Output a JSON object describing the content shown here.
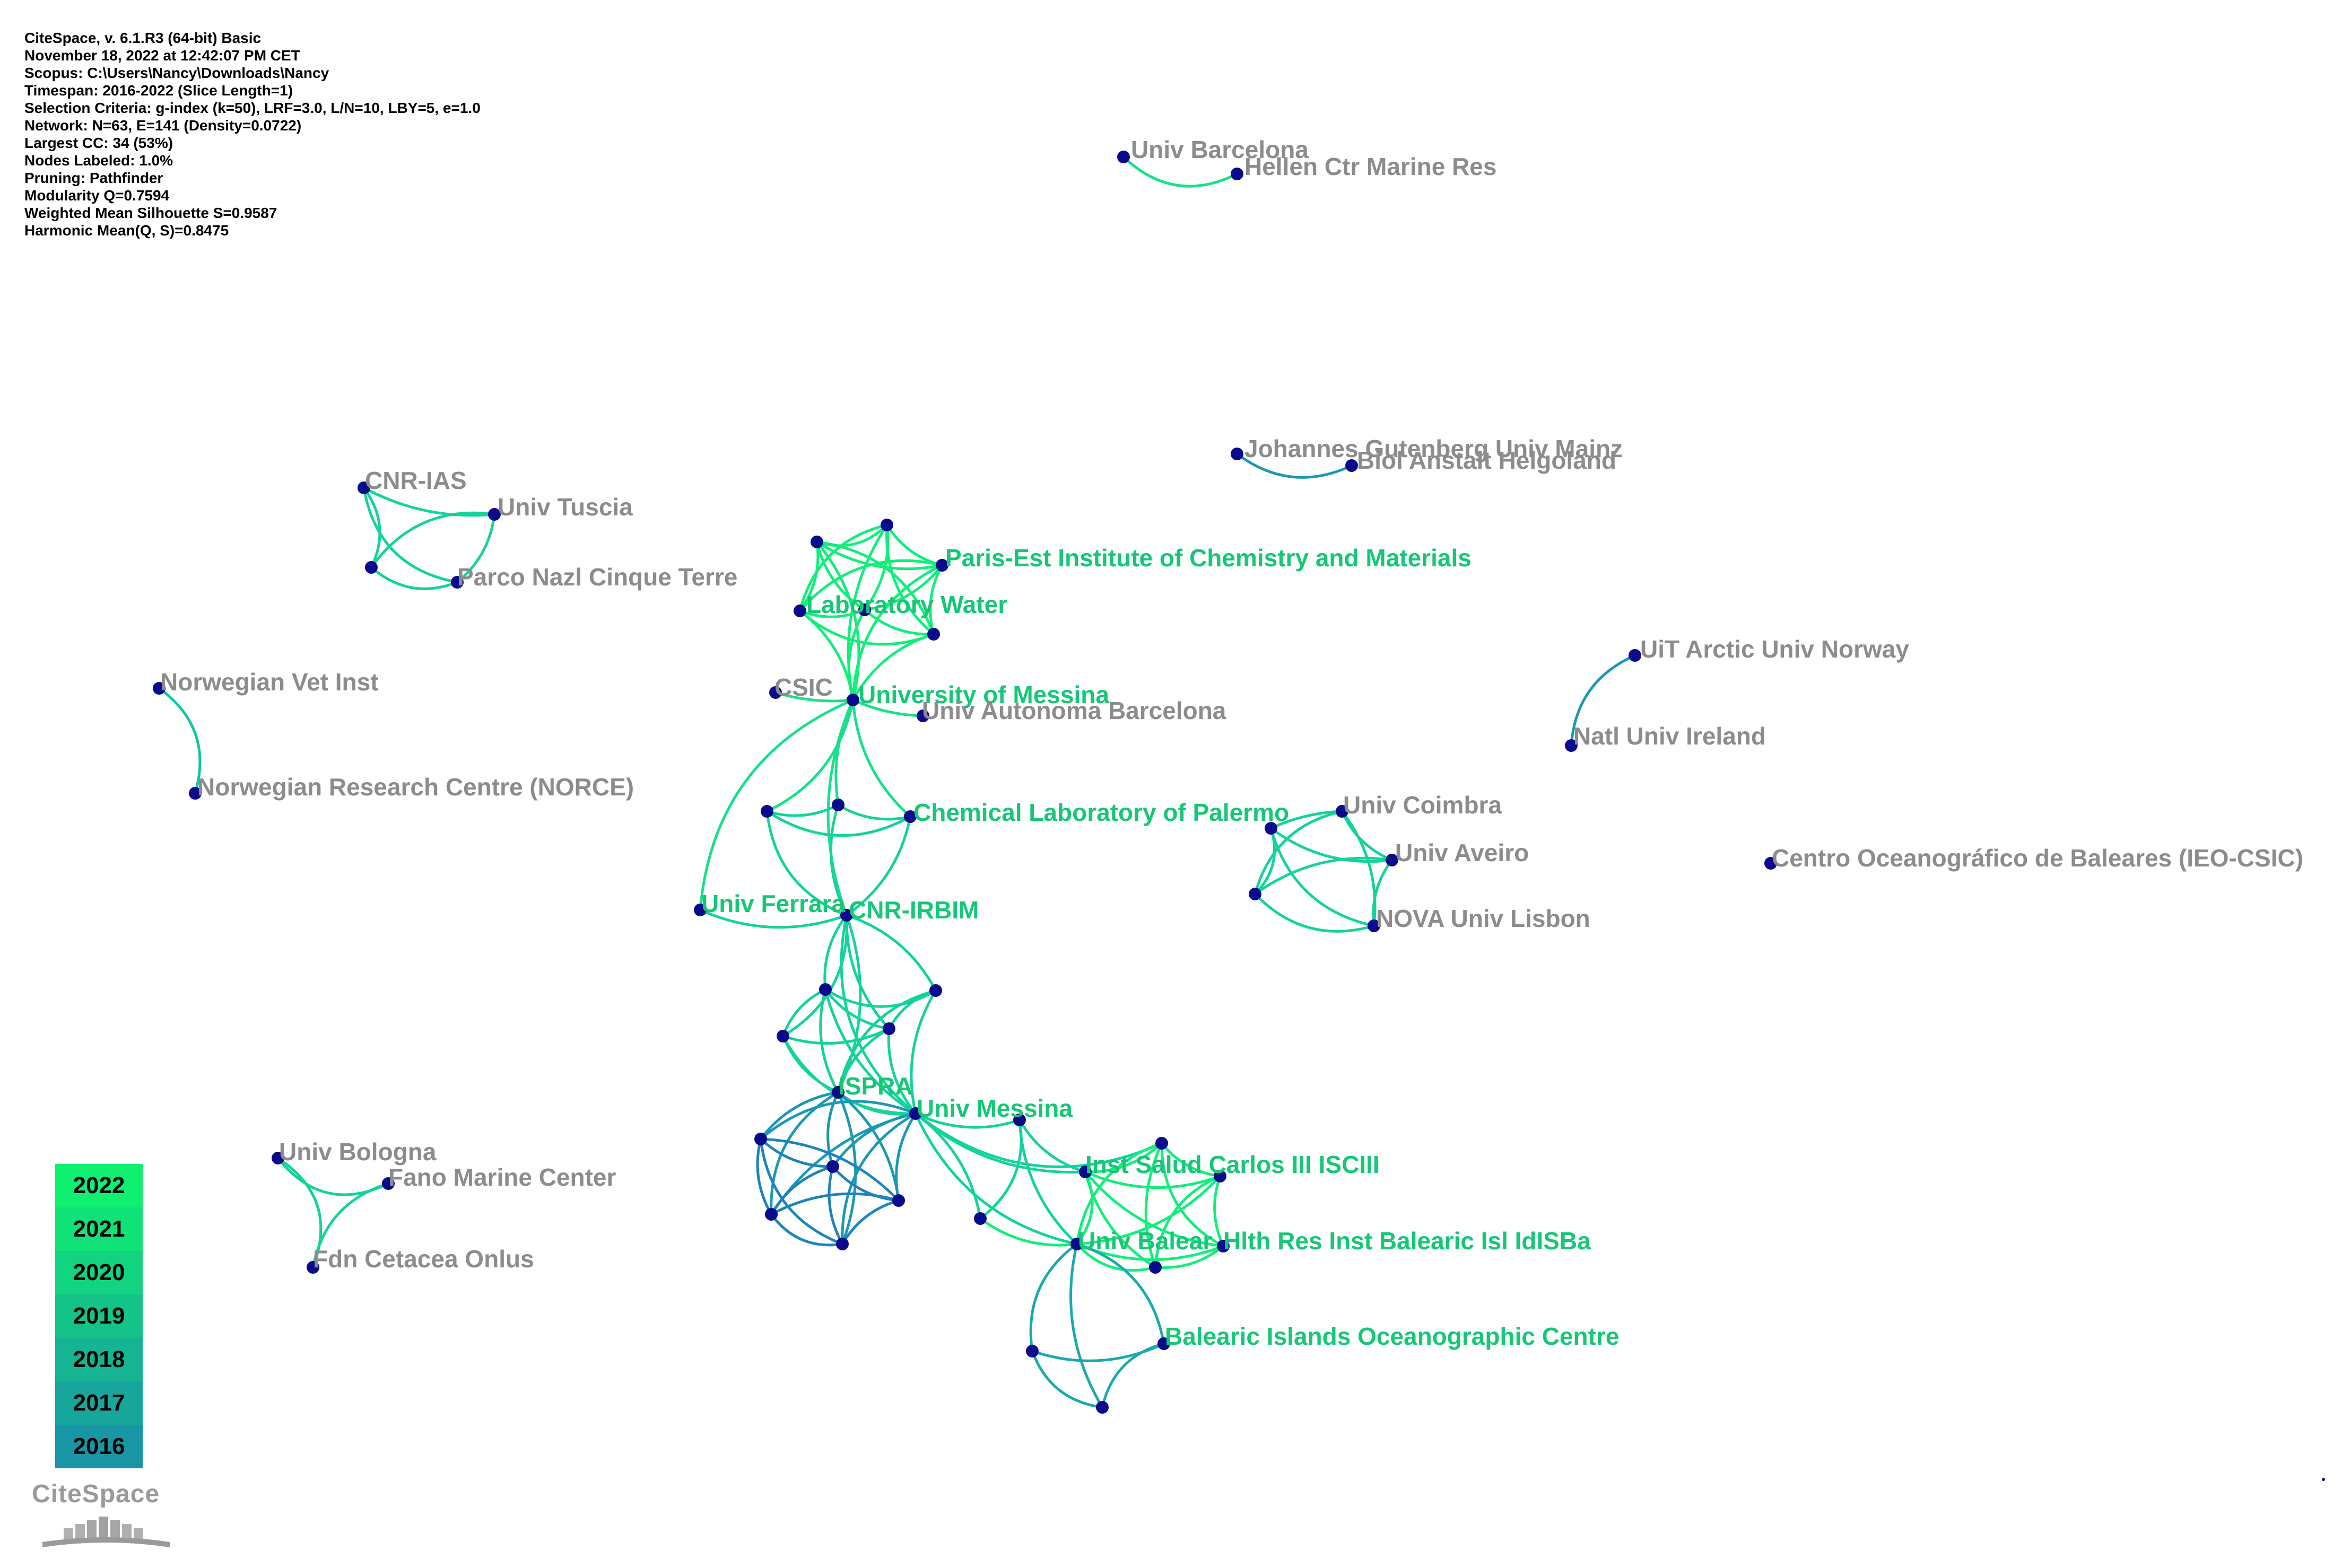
{
  "info_lines": [
    "CiteSpace, v. 6.1.R3 (64-bit) Basic",
    "November 18, 2022 at 12:42:07 PM CET",
    "Scopus: C:\\Users\\Nancy\\Downloads\\Nancy",
    "Timespan: 2016-2022 (Slice Length=1)",
    "Selection Criteria: g-index (k=50), LRF=3.0, L/N=10, LBY=5, e=1.0",
    "Network: N=63, E=141 (Density=0.0722)",
    "Largest CC: 34 (53%)",
    "Nodes Labeled: 1.0%",
    "Pruning: Pathfinder",
    "Modularity Q=0.7594",
    "Weighted Mean Silhouette S=0.9587",
    "Harmonic Mean(Q, S)=0.8475"
  ],
  "labels": {
    "univ_barcelona": "Univ Barcelona",
    "hellen_ctr": "Hellen Ctr Marine Res",
    "johannes": "Johannes Gutenberg Univ Mainz",
    "biol_anstalt": "Biol Anstalt Helgoland",
    "cnr_ias": "CNR-IAS",
    "univ_tuscia": "Univ Tuscia",
    "parco": "Parco Nazl Cinque Terre",
    "paris_est": "Paris-Est Institute of Chemistry and Materials",
    "laboratory_water": "Laboratory Water",
    "uit": "UiT Arctic Univ Norway",
    "norwegian_vet": "Norwegian Vet Inst",
    "csic": "CSIC",
    "univ_of_messina": "University of Messina",
    "univ_autonoma": "Univ Autonoma Barcelona",
    "natl_univ_ireland": "Natl Univ Ireland",
    "norce": "Norwegian Research Centre (NORCE)",
    "chem_palermo": "Chemical Laboratory of Palermo",
    "univ_coimbra": "Univ Coimbra",
    "univ_aveiro": "Univ Aveiro",
    "centro_baleares": "Centro Oceanográfico de Baleares (IEO-CSIC)",
    "univ_ferrara": "Univ Ferrara",
    "cnr_irbim": "CNR-IRBIM",
    "nova": "NOVA Univ Lisbon",
    "ispra": "ISPRA",
    "univ_messina": "Univ Messina",
    "univ_bologna": "Univ Bologna",
    "fano": "Fano Marine Center",
    "inst_salud": "Inst Salud Carlos III ISCIII",
    "univ_balear": "Univ Balear",
    "hlth_res": "Hlth Res Inst Balearic Isl IdISBa",
    "fdn_cetacea": "Fdn Cetacea Onlus",
    "balearic_centre": "Balearic Islands Oceanographic Centre"
  },
  "legend": [
    {
      "year": "2022",
      "color": "#10f070"
    },
    {
      "year": "2021",
      "color": "#10e278"
    },
    {
      "year": "2020",
      "color": "#12d380"
    },
    {
      "year": "2019",
      "color": "#14c388"
    },
    {
      "year": "2018",
      "color": "#15b492"
    },
    {
      "year": "2017",
      "color": "#17a59c"
    },
    {
      "year": "2016",
      "color": "#1896a6"
    }
  ],
  "logo_text": "CiteSpace"
}
